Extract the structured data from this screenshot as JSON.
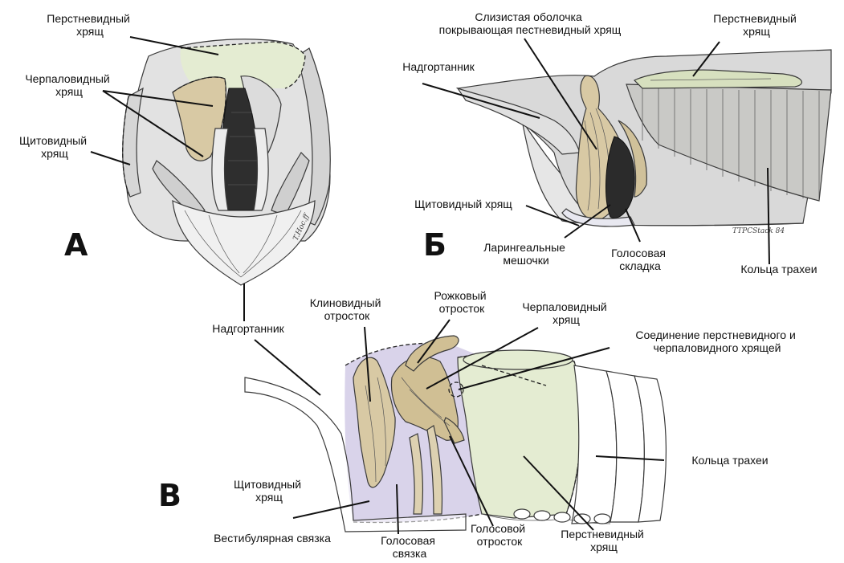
{
  "colors": {
    "tissue_gray": "#dcdcdc",
    "cartilage_tan": "#d8c9a4",
    "cricoid_green": "#e4ecd2",
    "mucosa_lilac": "#d9d3ea"
  },
  "panels": {
    "a": {
      "letter": "А",
      "signature": "T.Hoc.ff",
      "labels": {
        "cricoid": [
          "Перстневидный",
          "хрящ"
        ],
        "arytenoid": [
          "Черпаловидный",
          "хрящ"
        ],
        "thyroid": [
          "Щитовидный",
          "хрящ"
        ],
        "epiglottis": [
          "Надгортанник"
        ]
      }
    },
    "b": {
      "letter": "Б",
      "signature": "TTPCStack 84",
      "labels": {
        "mucosa": [
          "Слизистая оболочка",
          "покрывающая пестневидный хрящ"
        ],
        "cricoid": [
          "Перстневидный",
          "хрящ"
        ],
        "epiglottis": [
          "Надгортанник"
        ],
        "thyroid": [
          "Щитовидный хрящ"
        ],
        "saccules": [
          "Ларингеальные",
          "мешочки"
        ],
        "vocal_fold": [
          "Голосовая",
          "складка"
        ],
        "trachea": [
          "Кольца трахеи"
        ]
      }
    },
    "c": {
      "letter": "В",
      "labels": {
        "cuneiform": [
          "Клиновидный",
          "отросток"
        ],
        "corniculate": [
          "Рожковый",
          "отросток"
        ],
        "arytenoid": [
          "Черпаловидный",
          "хрящ"
        ],
        "joint": [
          "Соединение перстневидного и",
          "черпаловидного хрящей"
        ],
        "trachea": [
          "Кольца трахеи"
        ],
        "thyroid": [
          "Щитовидный",
          "хрящ"
        ],
        "vestibular": [
          "Вестибулярная связка"
        ],
        "vocal_ligament": [
          "Голосовая",
          "связка"
        ],
        "vocal_process": [
          "Голосовой",
          "отросток"
        ],
        "cricoid": [
          "Перстневидный",
          "хрящ"
        ]
      }
    }
  }
}
